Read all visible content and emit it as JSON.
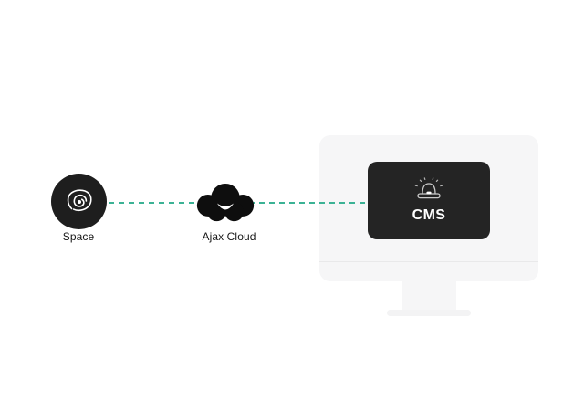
{
  "diagram": {
    "nodes": {
      "space": {
        "label": "Space",
        "icon": "galaxy-swirl-icon",
        "bg_color": "#1e1e1e"
      },
      "cloud": {
        "label": "Ajax Cloud",
        "icon": "ajax-cloud-icon",
        "color": "#0e0e0e"
      },
      "cms": {
        "label": "CMS",
        "icon": "siren-icon",
        "bg_color": "#242424",
        "text_color": "#ffffff"
      }
    },
    "connection": {
      "style": "dashed",
      "color": "#3bb295"
    },
    "monitor": {
      "body_color": "#f6f6f7",
      "base_color": "#f3f3f4"
    }
  }
}
